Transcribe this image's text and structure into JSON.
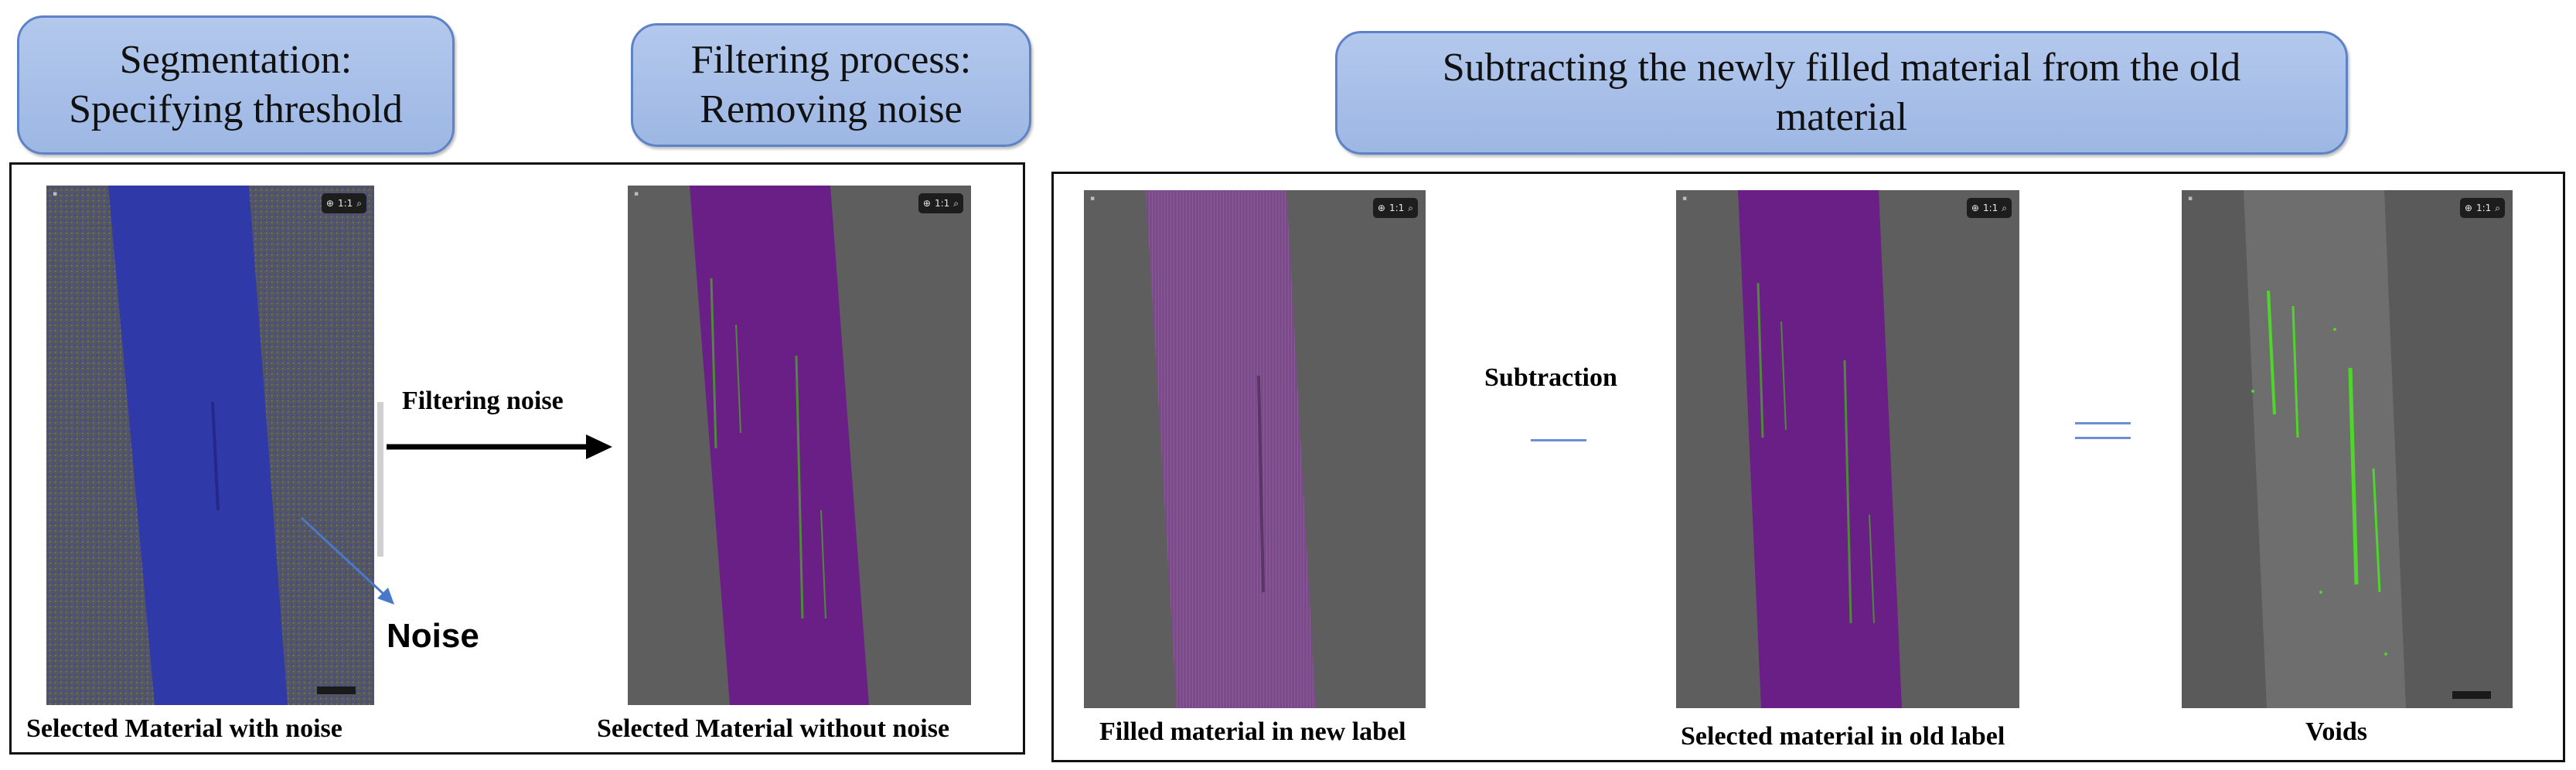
{
  "headers": {
    "segmentation": [
      "Segmentation:",
      "Specifying threshold"
    ],
    "filtering": [
      "Filtering process:",
      "Removing noise"
    ],
    "subtracting": [
      "Subtracting the newly filled material from the old",
      "material"
    ]
  },
  "arrow_label": "Filtering noise",
  "noise_label": "Noise",
  "subtraction_label": "Subtraction",
  "captions": {
    "with_noise": "Selected Material with noise",
    "without_noise": "Selected Material without noise",
    "filled_new": "Filled material in new label",
    "selected_old": "Selected material in old label",
    "voids": "Voids"
  },
  "zoom_widget": {
    "icon": "magnifier-icon",
    "level": "1:1"
  },
  "colors": {
    "header_fill": "#a6bfe8",
    "header_border": "#5d82c6",
    "scan_gray": "#5f5f5f",
    "band_blue": "#2f3aa8",
    "band_purple": "#6a1f86",
    "band_pink": "#7b4a8a",
    "void_green": "#4fd62a",
    "operator_blue": "#6a8fd6"
  }
}
